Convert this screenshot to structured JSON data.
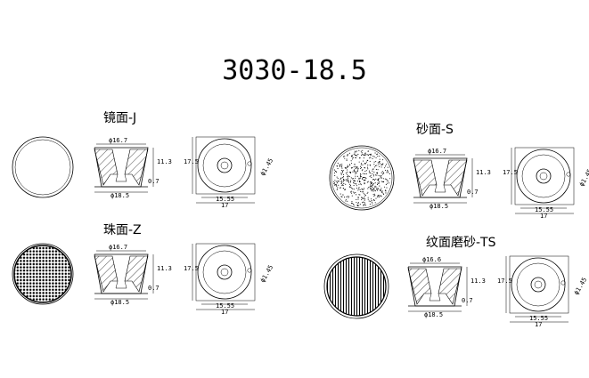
{
  "title": "3030-18.5",
  "variants": [
    {
      "name": "镜面-J",
      "texture": "smooth",
      "dims": {
        "top_diameter": "ϕ16.7",
        "bottom_diameter": "ϕ18.5",
        "height": "11.3",
        "base": "0.7",
        "front_height": "17.5",
        "inner_width": "15.55",
        "outer_width": "17",
        "hole": "ϕ1.45"
      }
    },
    {
      "name": "珠面-Z",
      "texture": "bead",
      "dims": {
        "top_diameter": "ϕ16.7",
        "bottom_diameter": "ϕ18.5",
        "height": "11.3",
        "base": "0.7",
        "front_height": "17.5",
        "inner_width": "15.55",
        "outer_width": "17",
        "hole": "ϕ1.45"
      }
    },
    {
      "name": "砂面-S",
      "texture": "sand",
      "dims": {
        "top_diameter": "ϕ16.7",
        "bottom_diameter": "ϕ18.5",
        "height": "11.3",
        "base": "0.7",
        "front_height": "17.5",
        "inner_width": "15.55",
        "outer_width": "17",
        "hole": "ϕ1.45"
      }
    },
    {
      "name": "纹面磨砂-TS",
      "texture": "stripe",
      "dims": {
        "top_diameter": "ϕ16.6",
        "bottom_diameter": "ϕ18.5",
        "height": "11.3",
        "base": "0.7",
        "front_height": "17.5",
        "inner_width": "15.55",
        "outer_width": "17",
        "hole": "ϕ1.45"
      }
    }
  ]
}
